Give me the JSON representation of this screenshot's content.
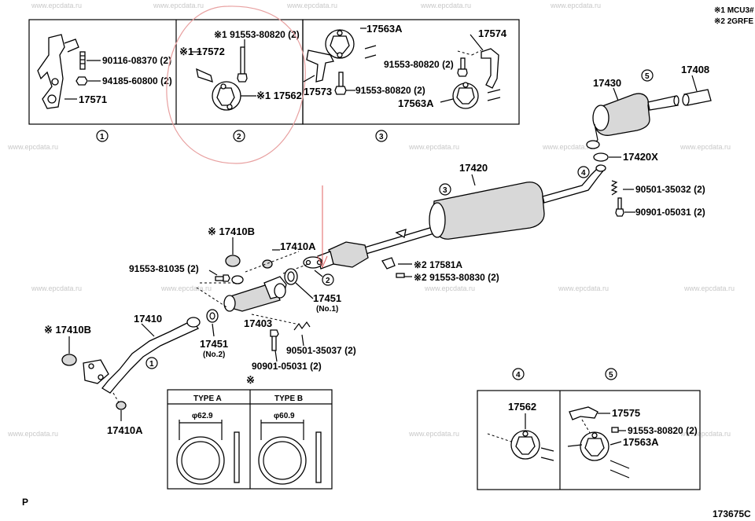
{
  "legend": {
    "note1": "※1 MCU3#",
    "note2": "※2 2GRFE"
  },
  "watermark": "www.epcdata.ru",
  "boxes": {
    "box1": {
      "parts": [
        "90116-08370 (2)",
        "94185-60800 (2)",
        "17571"
      ],
      "num": "1"
    },
    "box2": {
      "parts": [
        "※1 91553-80820 (2)",
        "※1 17572",
        "※1 17562"
      ],
      "num": "2"
    },
    "box3": {
      "parts": [
        "17563A",
        "17574",
        "91553-80820 (2)",
        "17573",
        "91553-80820 (2)",
        "17563A"
      ],
      "num": "3"
    },
    "box4": {
      "parts": [
        "17562"
      ],
      "num": "4"
    },
    "box5": {
      "parts": [
        "17575",
        "91553-80820 (2)",
        "17563A"
      ],
      "num": "5"
    }
  },
  "main_labels": {
    "l17430": "17430",
    "l17408": "17408",
    "l17420X": "17420X",
    "l17420": "17420",
    "l90501_35032": "90501-35032 (2)",
    "l90901_05031a": "90901-05031 (2)",
    "l17410B_top": "※ 17410B",
    "l17410A_top": "17410A",
    "l91553_81035": "91553-81035 (2)",
    "l17451_no1": "17451",
    "l17451_no1_sub": "(No.1)",
    "l17403": "17403",
    "l17581A": "※2 17581A",
    "l91553_80830": "※2 91553-80830 (2)",
    "l17410": "17410",
    "l17410B_left": "※ 17410B",
    "l17451_no2": "17451",
    "l17451_no2_sub": "(No.2)",
    "l90501_35037": "90501-35037 (2)",
    "l90901_05031b": "90901-05031 (2)",
    "l17410A_bot": "17410A"
  },
  "circles": {
    "c5": "5",
    "c4": "4",
    "c3": "3",
    "c2": "2",
    "c1": "1"
  },
  "gasket_table": {
    "mark": "※",
    "typeA": "TYPE A",
    "typeB": "TYPE B",
    "diaA": "φ62.9",
    "diaB": "φ60.9"
  },
  "corner_left": "P",
  "corner_right": "173675C",
  "colors": {
    "annotation_red": "#e8a0a0",
    "arrow_red": "#e06060"
  }
}
